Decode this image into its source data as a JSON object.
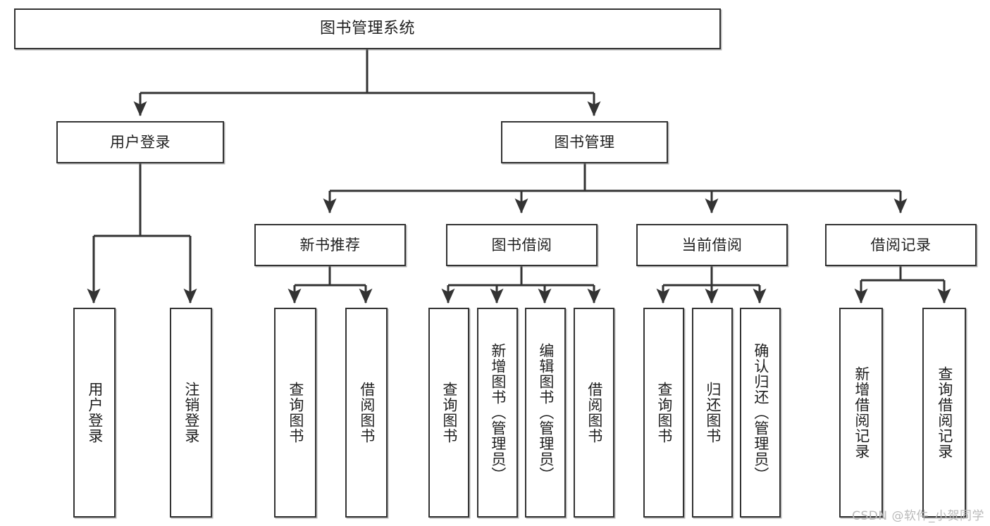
{
  "diagram": {
    "type": "tree",
    "title": "图书管理系统",
    "orientation": "top-down",
    "watermark": "CSDN @软件_小贺同学",
    "colors": {
      "background": "#ffffff",
      "node_border": "#333333",
      "node_fill": "#ffffff",
      "edge": "#333333",
      "text": "#1f1f1f",
      "watermark": "#b9b9b9"
    },
    "nodes": [
      {
        "id": "root",
        "label": "图书管理系统",
        "level": 0,
        "orientation": "horizontal"
      },
      {
        "id": "user_login",
        "label": "用户登录",
        "level": 1,
        "orientation": "horizontal"
      },
      {
        "id": "book_manage",
        "label": "图书管理",
        "level": 1,
        "orientation": "horizontal"
      },
      {
        "id": "new_book_rec",
        "label": "新书推荐",
        "level": 2,
        "orientation": "horizontal"
      },
      {
        "id": "book_borrow",
        "label": "图书借阅",
        "level": 2,
        "orientation": "horizontal"
      },
      {
        "id": "current_borrow",
        "label": "当前借阅",
        "level": 2,
        "orientation": "horizontal"
      },
      {
        "id": "borrow_record",
        "label": "借阅记录",
        "level": 2,
        "orientation": "horizontal"
      },
      {
        "id": "leaf_user_login",
        "label": "用户登录",
        "level": 3,
        "orientation": "vertical"
      },
      {
        "id": "leaf_logout",
        "label": "注销登录",
        "level": 3,
        "orientation": "vertical"
      },
      {
        "id": "leaf_query_book_1",
        "label": "查询图书",
        "level": 3,
        "orientation": "vertical"
      },
      {
        "id": "leaf_borrow_book_1",
        "label": "借阅图书",
        "level": 3,
        "orientation": "vertical"
      },
      {
        "id": "leaf_query_book_2",
        "label": "查询图书",
        "level": 3,
        "orientation": "vertical"
      },
      {
        "id": "leaf_add_book",
        "label": "新增图书（管理员）",
        "level": 3,
        "orientation": "vertical"
      },
      {
        "id": "leaf_edit_book",
        "label": "编辑图书（管理员）",
        "level": 3,
        "orientation": "vertical"
      },
      {
        "id": "leaf_borrow_book_2",
        "label": "借阅图书",
        "level": 3,
        "orientation": "vertical"
      },
      {
        "id": "leaf_query_book_3",
        "label": "查询图书",
        "level": 3,
        "orientation": "vertical"
      },
      {
        "id": "leaf_return_book",
        "label": "归还图书",
        "level": 3,
        "orientation": "vertical"
      },
      {
        "id": "leaf_confirm_return",
        "label": "确认归还（管理员）",
        "level": 3,
        "orientation": "vertical"
      },
      {
        "id": "leaf_add_record",
        "label": "新增借阅记录",
        "level": 3,
        "orientation": "vertical"
      },
      {
        "id": "leaf_query_record",
        "label": "查询借阅记录",
        "level": 3,
        "orientation": "vertical"
      }
    ],
    "edges": [
      {
        "from": "root",
        "to": "user_login"
      },
      {
        "from": "root",
        "to": "book_manage"
      },
      {
        "from": "book_manage",
        "to": "new_book_rec"
      },
      {
        "from": "book_manage",
        "to": "book_borrow"
      },
      {
        "from": "book_manage",
        "to": "current_borrow"
      },
      {
        "from": "book_manage",
        "to": "borrow_record"
      },
      {
        "from": "user_login",
        "to": "leaf_user_login"
      },
      {
        "from": "user_login",
        "to": "leaf_logout"
      },
      {
        "from": "new_book_rec",
        "to": "leaf_query_book_1"
      },
      {
        "from": "new_book_rec",
        "to": "leaf_borrow_book_1"
      },
      {
        "from": "book_borrow",
        "to": "leaf_query_book_2"
      },
      {
        "from": "book_borrow",
        "to": "leaf_add_book"
      },
      {
        "from": "book_borrow",
        "to": "leaf_edit_book"
      },
      {
        "from": "book_borrow",
        "to": "leaf_borrow_book_2"
      },
      {
        "from": "current_borrow",
        "to": "leaf_query_book_3"
      },
      {
        "from": "current_borrow",
        "to": "leaf_return_book"
      },
      {
        "from": "current_borrow",
        "to": "leaf_confirm_return"
      },
      {
        "from": "borrow_record",
        "to": "leaf_add_record"
      },
      {
        "from": "borrow_record",
        "to": "leaf_query_record"
      }
    ]
  }
}
